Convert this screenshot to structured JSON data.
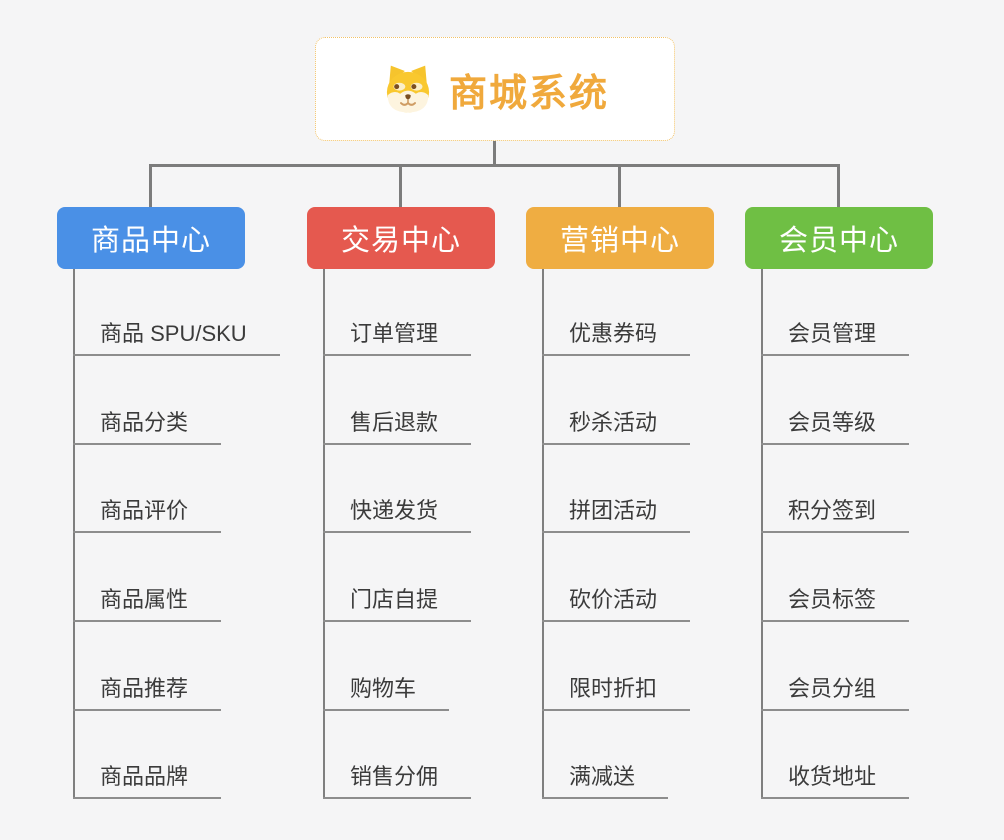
{
  "page": {
    "background_color": "#f5f5f6",
    "connector_color": "#7c7c7c"
  },
  "root": {
    "title": "商城系统",
    "icon": "shiba-dog-icon",
    "accent_color": "#f0a93c",
    "border_color": "#f2c369"
  },
  "branches": [
    {
      "label": "商品中心",
      "color": "#4a90e6",
      "children": [
        "商品 SPU/SKU",
        "商品分类",
        "商品评价",
        "商品属性",
        "商品推荐",
        "商品品牌"
      ]
    },
    {
      "label": "交易中心",
      "color": "#e5594f",
      "children": [
        "订单管理",
        "售后退款",
        "快递发货",
        "门店自提",
        "购物车",
        "销售分佣"
      ]
    },
    {
      "label": "营销中心",
      "color": "#efad42",
      "children": [
        "优惠券码",
        "秒杀活动",
        "拼团活动",
        "砍价活动",
        "限时折扣",
        "满减送"
      ]
    },
    {
      "label": "会员中心",
      "color": "#6fbf44",
      "children": [
        "会员管理",
        "会员等级",
        "积分签到",
        "会员标签",
        "会员分组",
        "收货地址"
      ]
    }
  ]
}
